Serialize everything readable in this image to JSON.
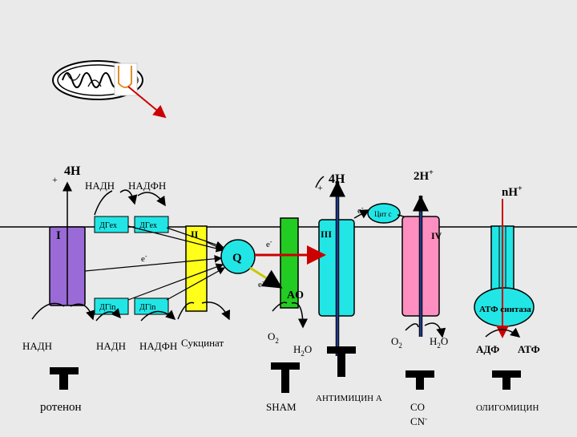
{
  "colors": {
    "background": "#eaeaea",
    "complex_I": "#9a6bd6",
    "complex_II": "#ffff1a",
    "complex_III": "#22e6e6",
    "complex_IV": "#ff8fc0",
    "atp_synthase": "#22e6e6",
    "ubiquinone": "#22e6e6",
    "cytochrome_c": "#22e6e6",
    "alternative_oxidase": "#22cc22",
    "red_arrow": "#cc0000",
    "inhibitor": "#000000"
  },
  "labels": {
    "plus_left": "+",
    "four_h_left": "4H",
    "nadh_top": "НАДН",
    "nadph_top": "НАДФН",
    "plus_mid": "+",
    "four_h_mid": "4H",
    "two_h": "2H",
    "two_h_sup": "+",
    "nh": "nH",
    "nh_sup": "+",
    "e_cyt": "e",
    "e_cyt_sup": "-",
    "cyt_c": "Цит с",
    "complex_I": "I",
    "complex_II": "II",
    "complex_III": "III",
    "complex_IV": "IV",
    "dg_ex_1": "ДГex",
    "dg_ex_2": "ДГex",
    "e_left": "e",
    "e_left_sup": "-",
    "q": "Q",
    "e_right": "e",
    "e_right_sup": "-",
    "e_down": "e",
    "e_down_sup": "-",
    "ao": "AO",
    "dg_in_1": "ДГin",
    "dg_in_2": "ДГin",
    "atp_synthase": "АТФ синтаза",
    "nadh_bottom_left": "НАДН",
    "nadh_bottom": "НАДН",
    "nadph_bottom": "НАДФН",
    "succinate": "Сукцинат",
    "o2_left": "O",
    "o2_left_sub": "2",
    "h2o_left": "H",
    "h2o_left_sub": "2",
    "h2o_left_o": "O",
    "o2_right": "O",
    "o2_right_sub": "2",
    "h2o_right": "H",
    "h2o_right_sub": "2",
    "h2o_right_o": "O",
    "adp": "АДФ",
    "atp": "АТФ",
    "rotenone": "ротенон",
    "sham": "SHAM",
    "antimycin": "АНТИМИЦИН А",
    "co": "CO",
    "cn": "CN",
    "cn_sup": "-",
    "oligomycin": "ОЛИГОМИЦИН"
  }
}
